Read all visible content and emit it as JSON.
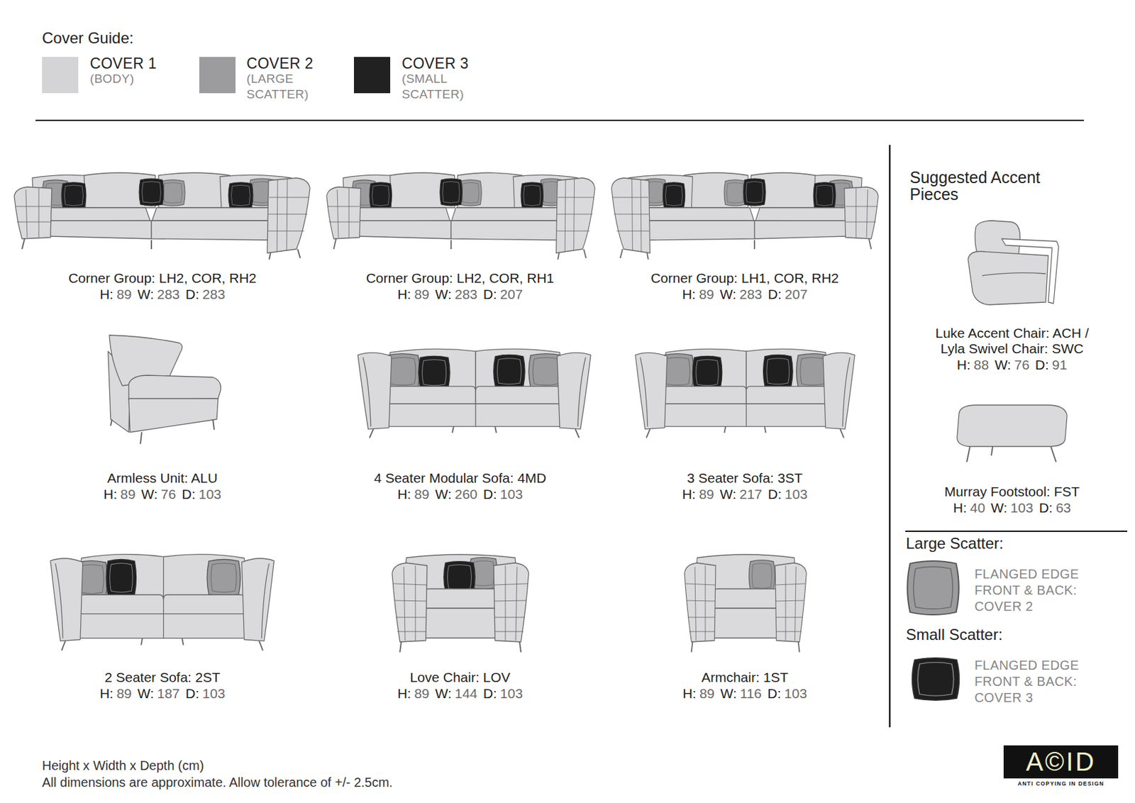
{
  "diagram": {
    "title": "Cover Guide:",
    "labels": [
      "Corner Group: LH2, COR, RH2",
      "H:",
      "89",
      "W:",
      "283",
      "D:",
      "283",
      "Corner Group: LH2, COR, RH1",
      "H:",
      "89",
      "W:",
      "283",
      "D:",
      "207",
      "Corner Group: LH1, COR, RH2",
      "H:",
      "89",
      "W:",
      "283",
      "D:",
      "207",
      "Armless Unit: ALU",
      "H:",
      "89",
      "W:",
      "76",
      "D:",
      "103",
      "4 Seater Modular Sofa: 4MD",
      "H:",
      "89",
      "W:",
      "260",
      "D:",
      "103",
      "3 Seater Sofa: 3ST",
      "H:",
      "89",
      "W:",
      "217",
      "D:",
      "103",
      "2 Seater Sofa: 2ST",
      "H:",
      "89",
      "W:",
      "187",
      "D:",
      "103",
      "Love Chair: LOV",
      "H:",
      "89",
      "W:",
      "144",
      "D:",
      "103",
      "Armchair: 1ST",
      "H:",
      "89",
      "W:",
      "116",
      "D:",
      "103",
      "Suggested Accent Pieces",
      "Luke Accent Chair: ACH / Lyla Swivel Chair: SWC",
      "H:",
      "88",
      "W:",
      "76",
      "D:",
      "91",
      "Murray Footstool: FST",
      "H:",
      "40",
      "W:",
      "103",
      "D:",
      "63",
      "Large Scatter:",
      "FLANGED EDGE FRONT & BACK: COVER 2",
      "Small Scatter:",
      "FLANGED EDGE FRONT & BACK: COVER 3",
      "Height x Width x Depth (cm)",
      "All dimensions are approximate. Allow tolerance of +/- 2.5cm.",
      "A©ID",
      "ANTI COPYING IN DESIGN"
    ],
    "legend": [
      {
        "text": "COVER 1 (BODY)",
        "color": "#d4d4d6"
      },
      {
        "text": "COVER 2 (LARGE SCATTER)",
        "color": "#9c9c9e"
      },
      {
        "text": "COVER 3 (SMALL SCATTER)",
        "color": "#212121"
      }
    ]
  }
}
